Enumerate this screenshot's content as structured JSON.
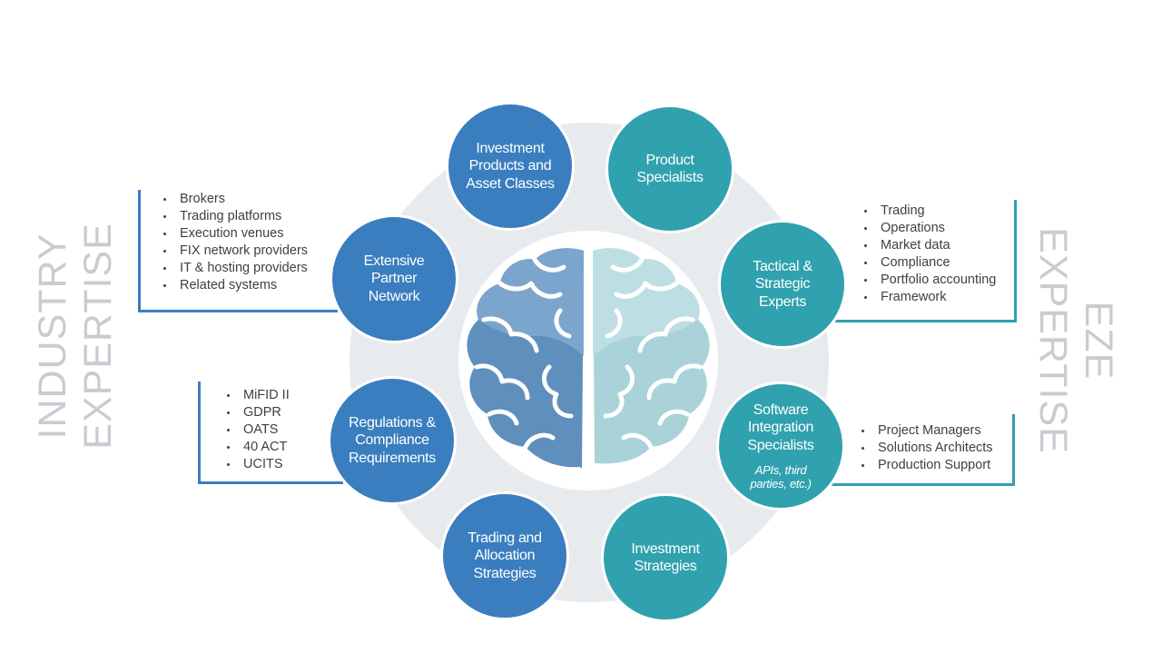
{
  "side_labels": {
    "left": [
      "INDUSTRY",
      "EXPERTISE"
    ],
    "right": [
      "EZE",
      "EXPERTISE"
    ]
  },
  "nodes": {
    "investment_products": "Investment Products and Asset Classes",
    "product_specialists": "Product Specialists",
    "tactical_strategic": "Tactical & Strategic Experts",
    "software_integration": {
      "label": "Software Integration Specialists",
      "note": "APIs, third parties, etc.)"
    },
    "investment_strategies": "Investment Strategies",
    "trading_allocation": "Trading and Allocation Strategies",
    "regulations": "Regulations & Compliance Requirements",
    "partner_network": "Extensive Partner Network"
  },
  "lists": {
    "partner_network": [
      "Brokers",
      "Trading platforms",
      "Execution venues",
      "FIX network providers",
      "IT & hosting providers",
      "Related systems"
    ],
    "regulations": [
      "MiFID II",
      "GDPR",
      "OATS",
      "40 ACT",
      "UCITS"
    ],
    "tactical_strategic": [
      "Trading",
      "Operations",
      "Market data",
      "Compliance",
      "Portfolio accounting",
      "Framework"
    ],
    "software_integration": [
      "Project Managers",
      "Solutions Architects",
      "Production Support"
    ]
  },
  "colors": {
    "blue": "#3a7ebf",
    "teal": "#30a1ae",
    "side_label": "#c8ccd1",
    "backdrop": "#e8ebee",
    "brain_left": "#5f8fbd",
    "brain_right": "#a9d3d9"
  },
  "icons": {
    "center": "brain-icon"
  }
}
